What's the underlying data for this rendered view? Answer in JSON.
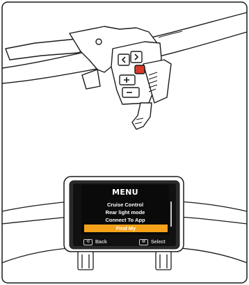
{
  "display": {
    "title": "MENU",
    "items": [
      {
        "label": "Cruise Control"
      },
      {
        "label": "Rear light mode"
      },
      {
        "label": "Connect To App"
      },
      {
        "label": "Find My"
      }
    ],
    "selected_index": 3,
    "selected_color": "#f5a21b"
  },
  "footer": {
    "back": {
      "key": "⟲",
      "label": "Back"
    },
    "select": {
      "key": "M",
      "label": "Select"
    }
  },
  "colors": {
    "line": "#1a1a1a",
    "screen_bg": "#0a0a0a",
    "accent_red": "#d93a2b",
    "highlight": "#f5a21b"
  }
}
